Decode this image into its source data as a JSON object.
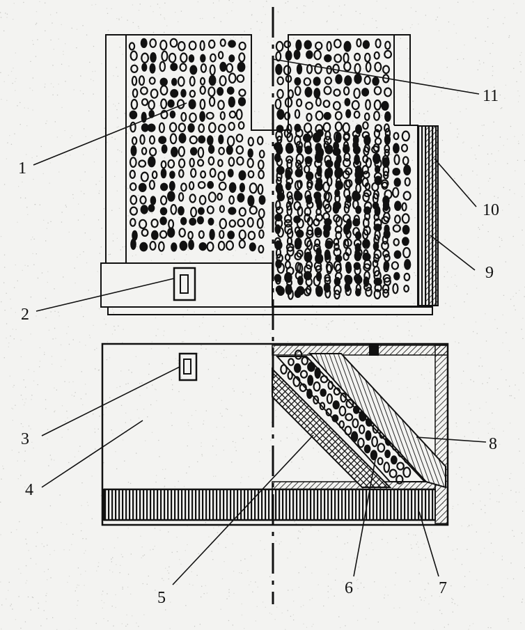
{
  "colors": {
    "ink": "#111111",
    "paper": "#f3f3f1",
    "speckle": "#c9c9c5"
  },
  "labels": [
    {
      "id": "1",
      "text": "1"
    },
    {
      "id": "2",
      "text": "2"
    },
    {
      "id": "3",
      "text": "3"
    },
    {
      "id": "4",
      "text": "4"
    },
    {
      "id": "5",
      "text": "5"
    },
    {
      "id": "6",
      "text": "6"
    },
    {
      "id": "7",
      "text": "7"
    },
    {
      "id": "8",
      "text": "8"
    },
    {
      "id": "9",
      "text": "9"
    },
    {
      "id": "10",
      "text": "10"
    },
    {
      "id": "11",
      "text": "11"
    }
  ]
}
